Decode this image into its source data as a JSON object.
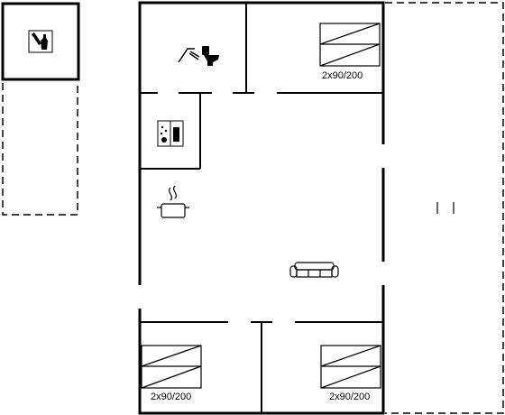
{
  "floorplan": {
    "rooms": {
      "annex": {
        "icon": "utility-tools-icon"
      },
      "bathroom": {
        "icons": [
          "shower-icon",
          "toilet-icon"
        ]
      },
      "bedroom_top_right": {
        "bed_label": "2x90/200",
        "icon": "twin-bed-icon"
      },
      "utility_room": {
        "icon": "washer-dryer-icon"
      },
      "kitchen": {
        "icon": "cooking-pot-icon"
      },
      "living_room": {
        "icon": "sofa-icon"
      },
      "bedroom_bottom_left": {
        "bed_label": "2x90/200",
        "icon": "twin-bed-icon"
      },
      "bedroom_bottom_right": {
        "bed_label": "2x90/200",
        "icon": "twin-bed-icon"
      },
      "terrace": {
        "icon": "terrace-posts-icon"
      }
    },
    "colors": {
      "line": "#000000",
      "background": "#ffffff"
    }
  }
}
